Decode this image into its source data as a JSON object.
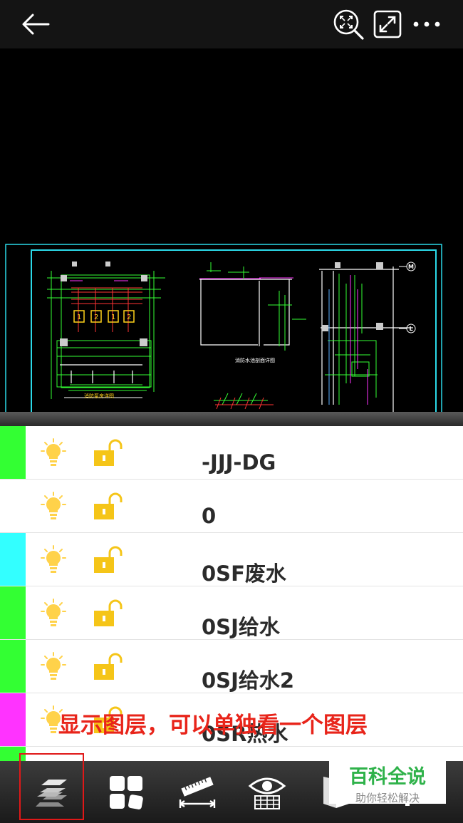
{
  "layers": [
    {
      "name": "-JJJ-DG",
      "color": "#33ff33"
    },
    {
      "name": "0",
      "color": "#ffffff"
    },
    {
      "name": "0SF废水",
      "color": "#33ffff"
    },
    {
      "name": "0SJ给水",
      "color": "#33ff33"
    },
    {
      "name": "0SJ给水2",
      "color": "#33ff33"
    },
    {
      "name": "0SR热水",
      "color": "#ff33ff"
    }
  ],
  "caption": "显示图层，可以单独看一个图层",
  "watermark": {
    "title": "百科全说",
    "subtitle": "助你轻松解决"
  },
  "drawing": {
    "panel1_title": "消防泵房详图",
    "panel2_title": "消防水池剖面详图",
    "markers": [
      "M",
      "L"
    ],
    "pump_labels": [
      "1",
      "2",
      "1",
      "2"
    ]
  },
  "icons": {
    "back": "arrow-left-icon",
    "zoom_fit": "zoom-extents-icon",
    "fullscreen": "fullscreen-icon",
    "more": "more-dots-icon",
    "layer_visible": "lightbulb-icon",
    "layer_unlocked": "unlocked-padlock-icon",
    "toolbar": [
      "layers-icon",
      "blocks-icon",
      "measure-ruler-icon",
      "view-eye-icon",
      "book-icon",
      "settings-gear-icon"
    ]
  },
  "colors": {
    "caption": "#e8241a",
    "watermark_title": "#2fb24a",
    "bulb": "#ffd24a",
    "lock": "#f5c518",
    "highlight_box": "#e01818"
  }
}
